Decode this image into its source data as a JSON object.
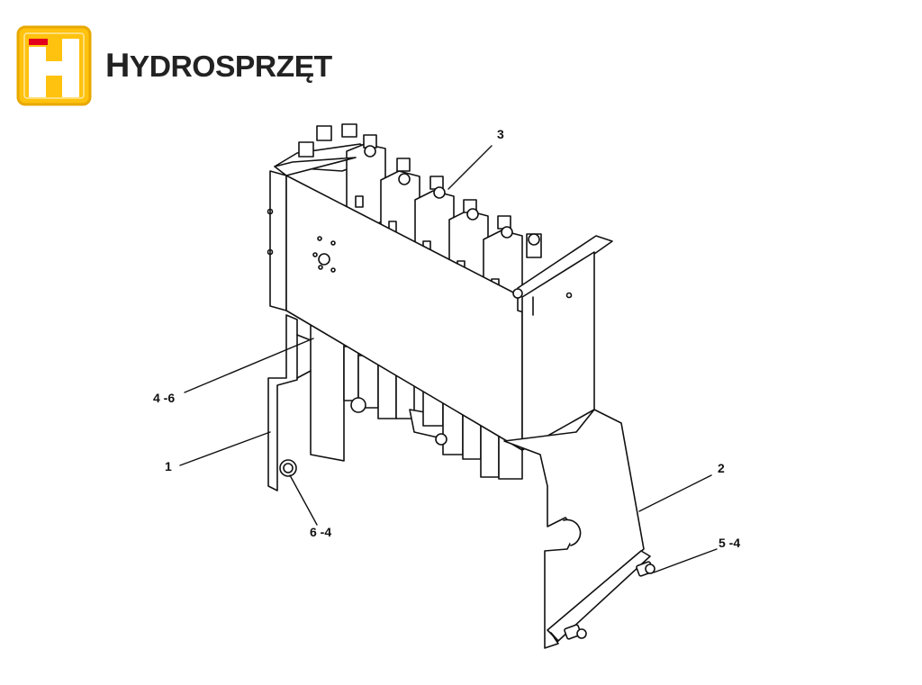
{
  "brand": {
    "logo_letter": "H",
    "name": "HYDROSPRZĘT",
    "name_first": "H",
    "name_rest": "YDROSPRZĘT",
    "colors": {
      "logo_yellow": "#ffc20e",
      "logo_border": "#e8a800",
      "logo_red": "#e3001b",
      "text": "#222222"
    }
  },
  "callouts": {
    "c3": "3",
    "c4_6": "4 -6",
    "c1": "1",
    "c2": "2",
    "c6_4": "6 -4",
    "c5_4": "5 -4"
  }
}
